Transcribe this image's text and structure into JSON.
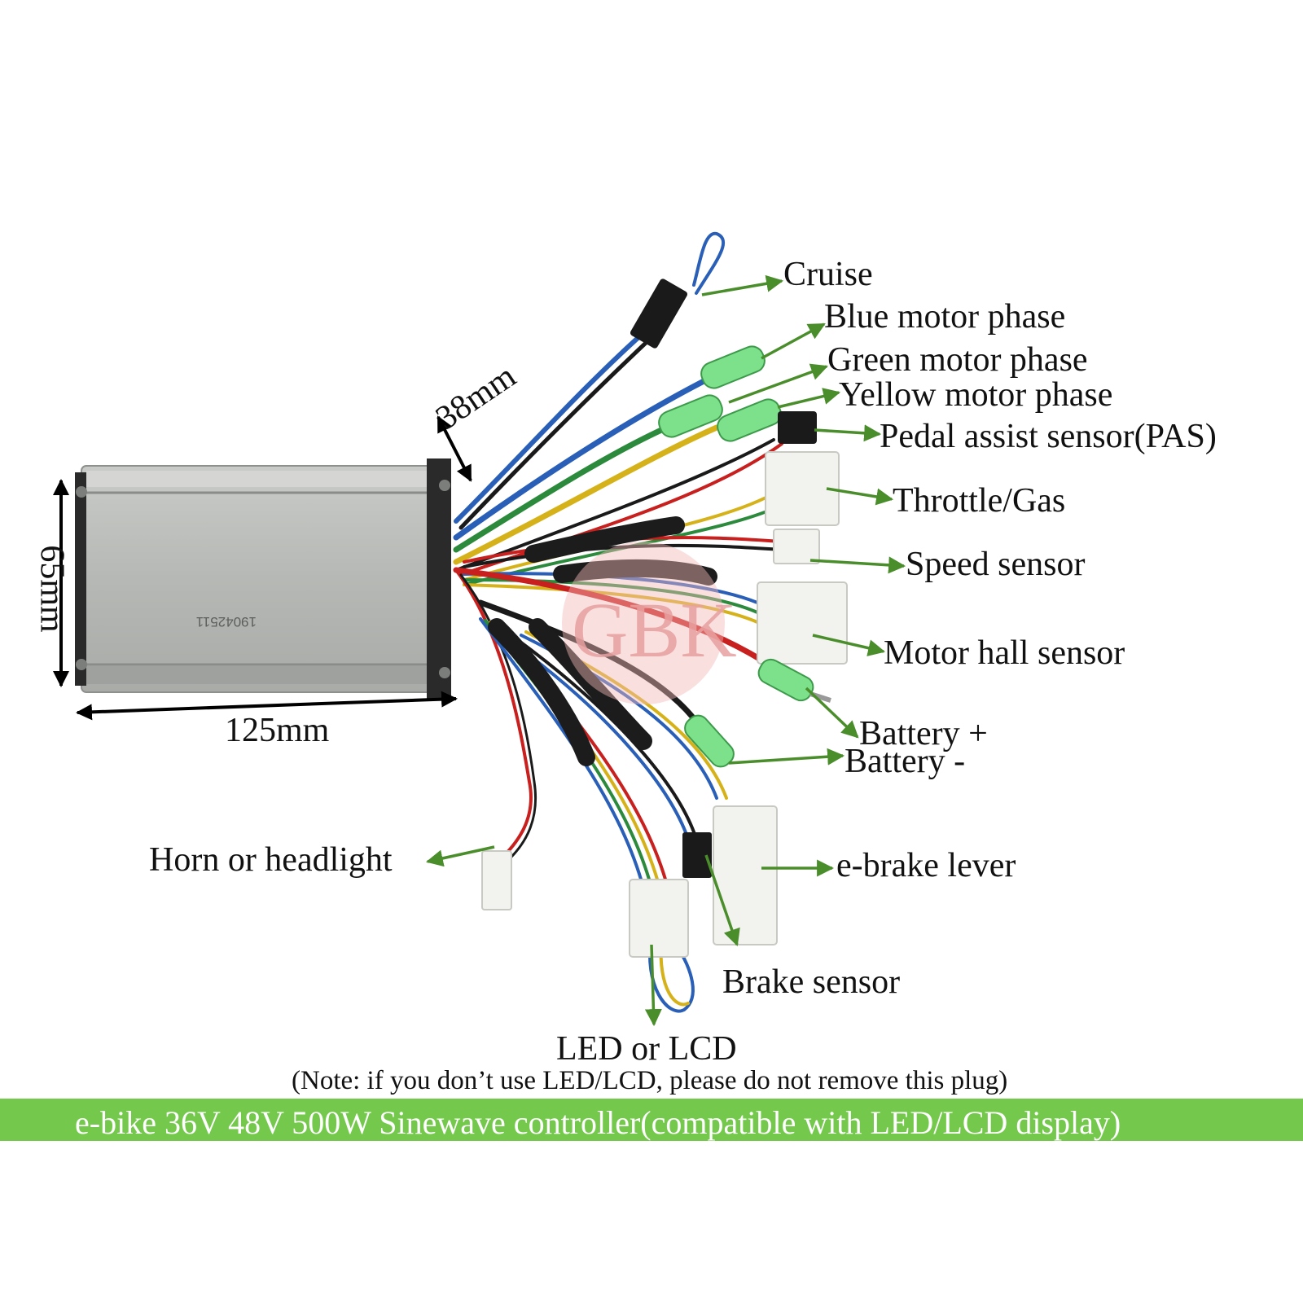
{
  "colors": {
    "arrow": "#4a8d2b",
    "banner": "#74c94c",
    "wire_red": "#c8201e",
    "wire_blue": "#2a5fb8",
    "wire_green": "#2c8a3c",
    "wire_yellow": "#d6b21a",
    "wire_black": "#1a1a1a",
    "housing": "#b8bab7",
    "connector_green": "#7de08a",
    "connector_white": "#f2f2ee"
  },
  "labels": {
    "cruise": "Cruise",
    "blue_phase": "Blue motor phase",
    "green_phase": "Green motor phase",
    "yellow_phase": "Yellow motor phase",
    "pas": "Pedal assist sensor(PAS)",
    "throttle": "Throttle/Gas",
    "speed": "Speed sensor",
    "hall": "Motor hall sensor",
    "battery_plus": "Battery +",
    "battery_minus": "Battery -",
    "horn": "Horn or headlight",
    "ebrake": "e-brake lever",
    "brake_sensor": "Brake sensor",
    "led_lcd": "LED or LCD"
  },
  "dimensions": {
    "width": "125mm",
    "height": "65mm",
    "depth": "38mm"
  },
  "controller_serial": "19042511",
  "logo": "GBK",
  "note": "(Note: if you don’t use LED/LCD, please do not remove this plug)",
  "banner": "e-bike 36V 48V 500W Sinewave controller(compatible with LED/LCD display)"
}
